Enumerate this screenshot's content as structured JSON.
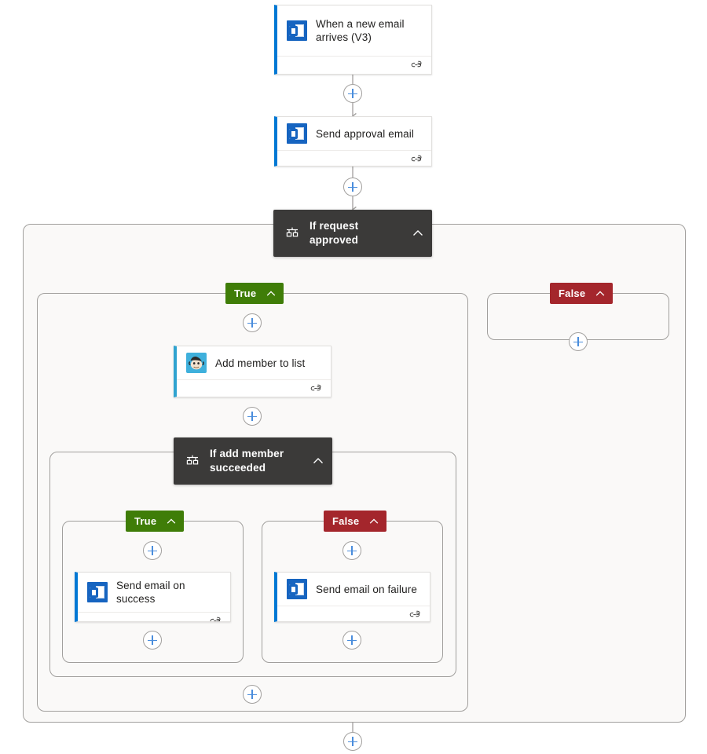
{
  "diagram": {
    "type": "flow-designer-canvas",
    "product": "Power Automate flow designer",
    "background_color": "#ffffff",
    "scope_background": "#faf9f8",
    "scope_border": "#a19f9d",
    "connector_color": "#a19f9d",
    "accent_blue": "#0078d4",
    "condition_card_color": "#3b3a39",
    "true_badge_color": "#3f7d08",
    "false_badge_color": "#a4262c",
    "plus_icon_color": "#4a8ddc"
  },
  "nodes": {
    "trigger": {
      "title": "When a new email arrives (V3)",
      "icon": "outlook-icon",
      "footer_icon": "link-icon",
      "accent": "#0078d4"
    },
    "send_approval": {
      "title": "Send approval email",
      "icon": "outlook-icon",
      "footer_icon": "link-icon",
      "accent": "#0078d4"
    },
    "if_request_approved": {
      "title": "If request approved",
      "icon": "condition-icon",
      "collapse_icon": "chevron-up-icon"
    },
    "add_member": {
      "title": "Add member to list",
      "icon": "mailchimp-icon",
      "footer_icon": "link-icon",
      "accent": "#2fa3d0"
    },
    "if_add_member_succeeded": {
      "title": "If add member succeeded",
      "icon": "condition-icon",
      "collapse_icon": "chevron-up-icon"
    },
    "send_success": {
      "title": "Send email on success",
      "icon": "outlook-icon",
      "footer_icon": "link-icon",
      "accent": "#0078d4"
    },
    "send_failure": {
      "title": "Send email on failure",
      "icon": "outlook-icon",
      "footer_icon": "link-icon",
      "accent": "#0078d4"
    }
  },
  "branches": {
    "outer_true": {
      "label": "True",
      "collapse_icon": "chevron-up-icon"
    },
    "outer_false": {
      "label": "False",
      "collapse_icon": "chevron-up-icon"
    },
    "inner_true": {
      "label": "True",
      "collapse_icon": "chevron-up-icon"
    },
    "inner_false": {
      "label": "False",
      "collapse_icon": "chevron-up-icon"
    }
  },
  "add_buttons": [
    {
      "id": "add-after-trigger",
      "label": "+"
    },
    {
      "id": "add-after-send-approval",
      "label": "+"
    },
    {
      "id": "add-in-false-branch",
      "label": "+"
    },
    {
      "id": "add-before-add-member",
      "label": "+"
    },
    {
      "id": "add-after-add-member",
      "label": "+"
    },
    {
      "id": "add-before-send-success",
      "label": "+"
    },
    {
      "id": "add-before-send-failure",
      "label": "+"
    },
    {
      "id": "add-after-send-success",
      "label": "+"
    },
    {
      "id": "add-after-send-failure",
      "label": "+"
    },
    {
      "id": "add-end-of-true-branch",
      "label": "+"
    },
    {
      "id": "add-end-of-flow",
      "label": "+"
    }
  ]
}
